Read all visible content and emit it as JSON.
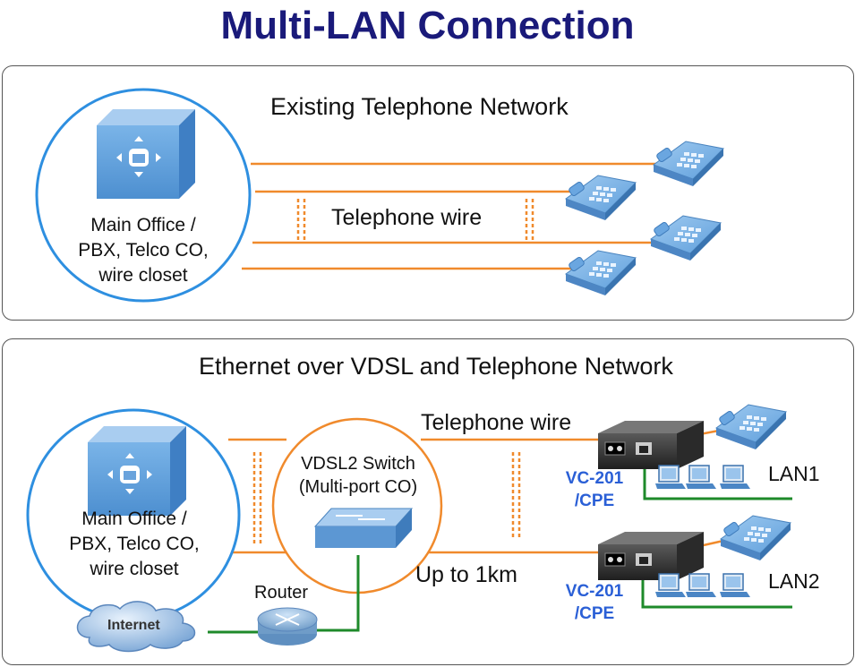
{
  "title": "Multi-LAN Connection",
  "top_panel": {
    "heading": "Existing Telephone Network",
    "office_label": [
      "Main Office /",
      "PBX, Telco CO,",
      "wire closet"
    ],
    "wire_label": "Telephone wire"
  },
  "bottom_panel": {
    "heading": "Ethernet over VDSL and Telephone Network",
    "office_label": [
      "Main Office /",
      "PBX, Telco CO,",
      "wire closet"
    ],
    "switch_label": [
      "VDSL2 Switch",
      "(Multi-port CO)"
    ],
    "wire_label": "Telephone wire",
    "distance_label": "Up to 1km",
    "router_label": "Router",
    "internet_label": "Internet",
    "devices": [
      {
        "model": [
          "VC-201",
          "/CPE"
        ],
        "lan": "LAN1"
      },
      {
        "model": [
          "VC-201",
          "/CPE"
        ],
        "lan": "LAN2"
      }
    ]
  },
  "colors": {
    "title": "#1a1a7a",
    "wire": "#f08a2c",
    "lan_cable": "#1e8a2a",
    "circle": "#2e8fe0",
    "device_label": "#2a5fd6"
  }
}
